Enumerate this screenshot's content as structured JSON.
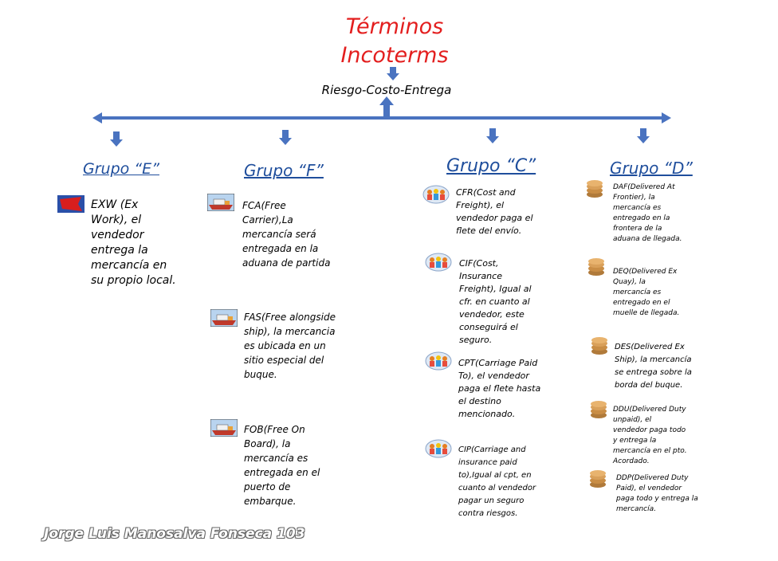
{
  "title": {
    "line1": "Términos",
    "line2": "Incoterms"
  },
  "subtitle": "Riesgo-Costo-Entrega",
  "colors": {
    "title": "#e31e1e",
    "group": "#1f4e9c",
    "line": "#4a73c0"
  },
  "groups": {
    "e": {
      "label": "Grupo “E”",
      "items": [
        {
          "text": "EXW (Ex\nWork), el\nvendedor\nentrega la\nmercancía en\nsu propio local.",
          "icon": "red-flag-icon"
        }
      ]
    },
    "f": {
      "label": "Grupo “F”",
      "items": [
        {
          "text": "FCA(Free\nCarrier),La\nmercancía será\nentregada en la\naduana de partida",
          "icon": "ship-icon"
        },
        {
          "text": "FAS(Free alongside\nship), la mercancia\nes ubicada en un\nsitio especial del\nbuque.",
          "icon": "ship-icon"
        },
        {
          "text": "FOB(Free On\nBoard), la\nmercancía es\nentregada en el\npuerto de\nembarque.",
          "icon": "ship-icon"
        }
      ]
    },
    "c": {
      "label": "Grupo “C”",
      "items": [
        {
          "text": "CFR(Cost and\nFreight), el\nvendedor paga el\nflete del envío.",
          "icon": "people-icon"
        },
        {
          "text": "CIF(Cost,\nInsurance\nFreight), Igual al\ncfr. en cuanto  al\nvendedor, este\nconseguirá el\nseguro.",
          "icon": "people-icon"
        },
        {
          "text": "CPT(Carriage Paid\nTo), el vendedor\npaga el flete hasta\nel destino\nmencionado.",
          "icon": "people-icon"
        },
        {
          "text": "CIP(Carriage and\ninsurance paid\nto),Igual al cpt, en\ncuanto al vendedor\npagar un seguro\ncontra riesgos.",
          "icon": "people-icon"
        }
      ]
    },
    "d": {
      "label": "Grupo “D”",
      "items": [
        {
          "text": "DAF(Delivered At\nFrontier), la\nmercancía es\nentregado en la\nfrontera de la\naduana de llegada.",
          "icon": "coins-icon"
        },
        {
          "text": "DEQ(Delivered Ex\nQuay), la\nmercancía es\nentregado en el\nmuelle de llegada.",
          "icon": "coins-icon"
        },
        {
          "text": "DES(Delivered Ex\nShip), la mercancía\nse entrega sobre la\nborda del buque.",
          "icon": "coins-icon"
        },
        {
          "text": "DDU(Delivered Duty\nunpaid), el\nvendedor paga todo\ny entrega la\nmercancía en el pto.\nAcordado.",
          "icon": "coins-icon"
        },
        {
          "text": "DDP(Delivered Duty\nPaid), el vendedor\npaga todo y entrega la\nmercancía.",
          "icon": "coins-icon"
        }
      ]
    }
  },
  "credit": "Jorge Luis Manosalva Fonseca 103"
}
